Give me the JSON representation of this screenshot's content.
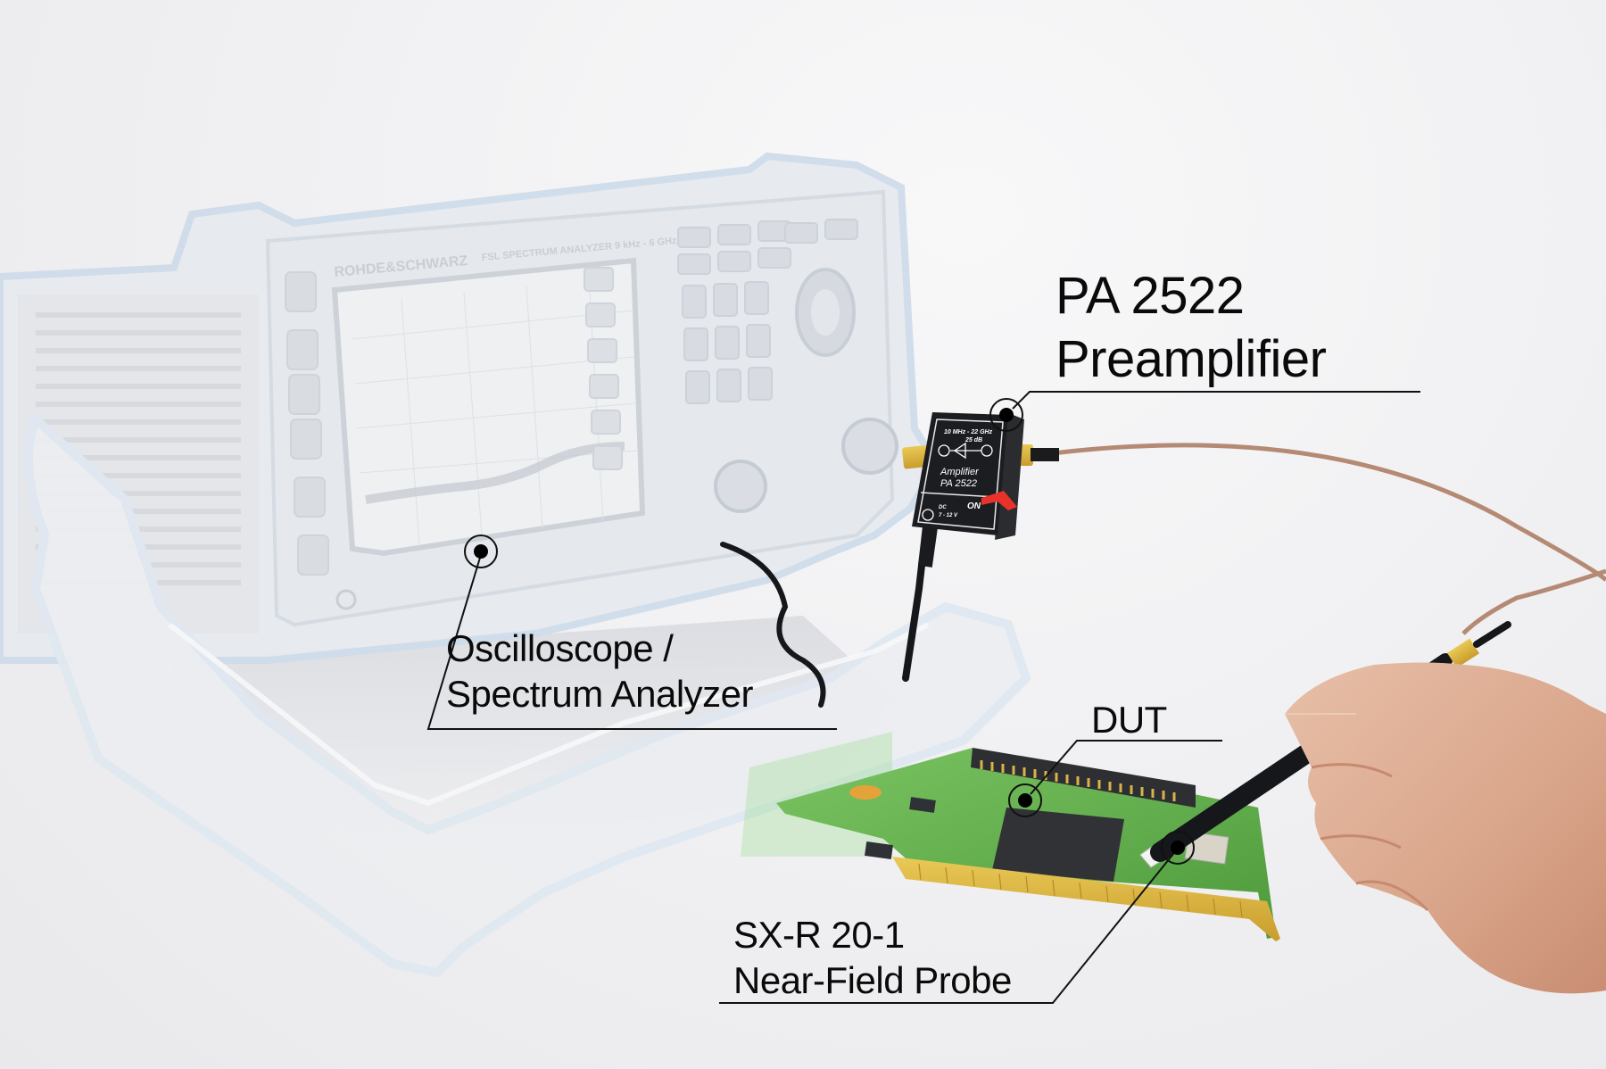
{
  "callouts": {
    "preamplifier": {
      "line1": "PA 2522",
      "line2": "Preamplifier"
    },
    "analyzer": {
      "line1": "Oscilloscope /",
      "line2": "Spectrum Analyzer"
    },
    "dut": {
      "line1": "DUT"
    },
    "probe": {
      "line1": "SX-R 20-1",
      "line2": "Near-Field Probe"
    }
  },
  "amplifier_device": {
    "freq_range": "10 MHz - 22 GHz",
    "gain": "25 dB",
    "name_line1": "Amplifier",
    "name_line2": "PA 2522",
    "power_label_1": "DC",
    "power_label_2": "7 - 12 V",
    "on_label": "ON"
  },
  "analyzer_device": {
    "brand": "ROHDE&SCHWARZ",
    "model": "FSL SPECTRUM ANALYZER 9 kHz - 6 GHz"
  },
  "colors": {
    "callout_line": "#111111",
    "pcb_green": "#5fb04a",
    "gold_contacts": "#d8b640",
    "cable": "#b58a74",
    "amp_body": "#1c1d20",
    "on_stripe": "#e8322a"
  }
}
